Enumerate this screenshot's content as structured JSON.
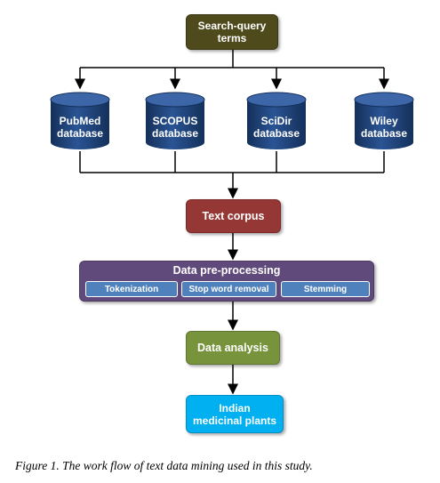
{
  "diagram": {
    "search_line1": "Search-query",
    "search_line2": "terms",
    "databases": [
      {
        "line1": "PubMed",
        "line2": "database"
      },
      {
        "line1": "SCOPUS",
        "line2": "database"
      },
      {
        "line1": "SciDir",
        "line2": "database"
      },
      {
        "line1": "Wiley",
        "line2": "database"
      }
    ],
    "text_corpus": "Text corpus",
    "preprocessing": {
      "title": "Data pre-processing",
      "steps": [
        "Tokenization",
        "Stop word removal",
        "Stemming"
      ]
    },
    "data_analysis": "Data analysis",
    "result_line1": "Indian",
    "result_line2": "medicinal plants"
  },
  "caption": {
    "label": "Figure 1.",
    "text": " The work flow of text data mining used in this study."
  },
  "colors": {
    "search": "#4e4a1c",
    "database": "#1f3d6e",
    "corpus": "#953735",
    "preprocessing": "#604a7b",
    "step": "#4f81bd",
    "analysis": "#77933c",
    "result": "#00b0f0"
  }
}
